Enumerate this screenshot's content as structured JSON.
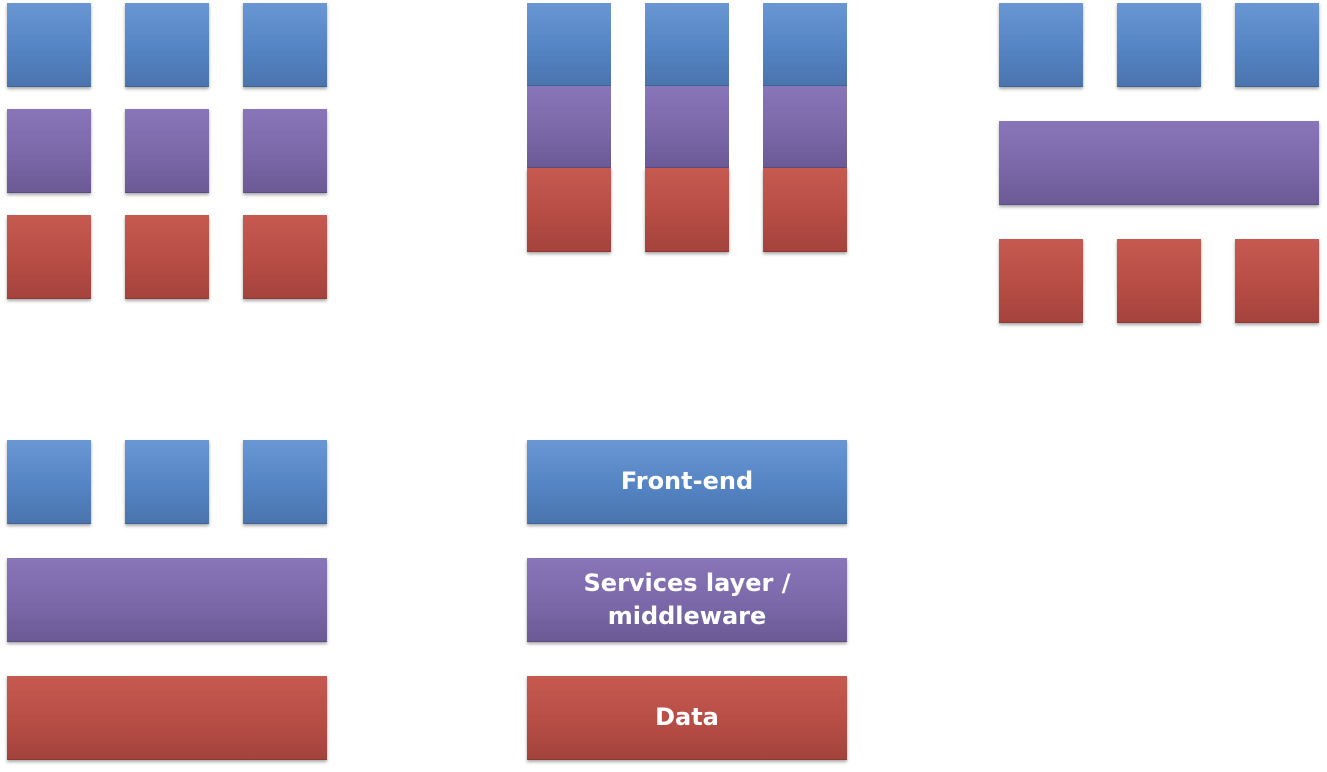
{
  "colors": {
    "front_end": "#5584c4",
    "services": "#7a68a9",
    "data": "#b74d45"
  },
  "labeled_stack": {
    "front_end_label": "Front-end",
    "services_label_line1": "Services layer /",
    "services_label_line2": "middleware",
    "data_label": "Data"
  }
}
